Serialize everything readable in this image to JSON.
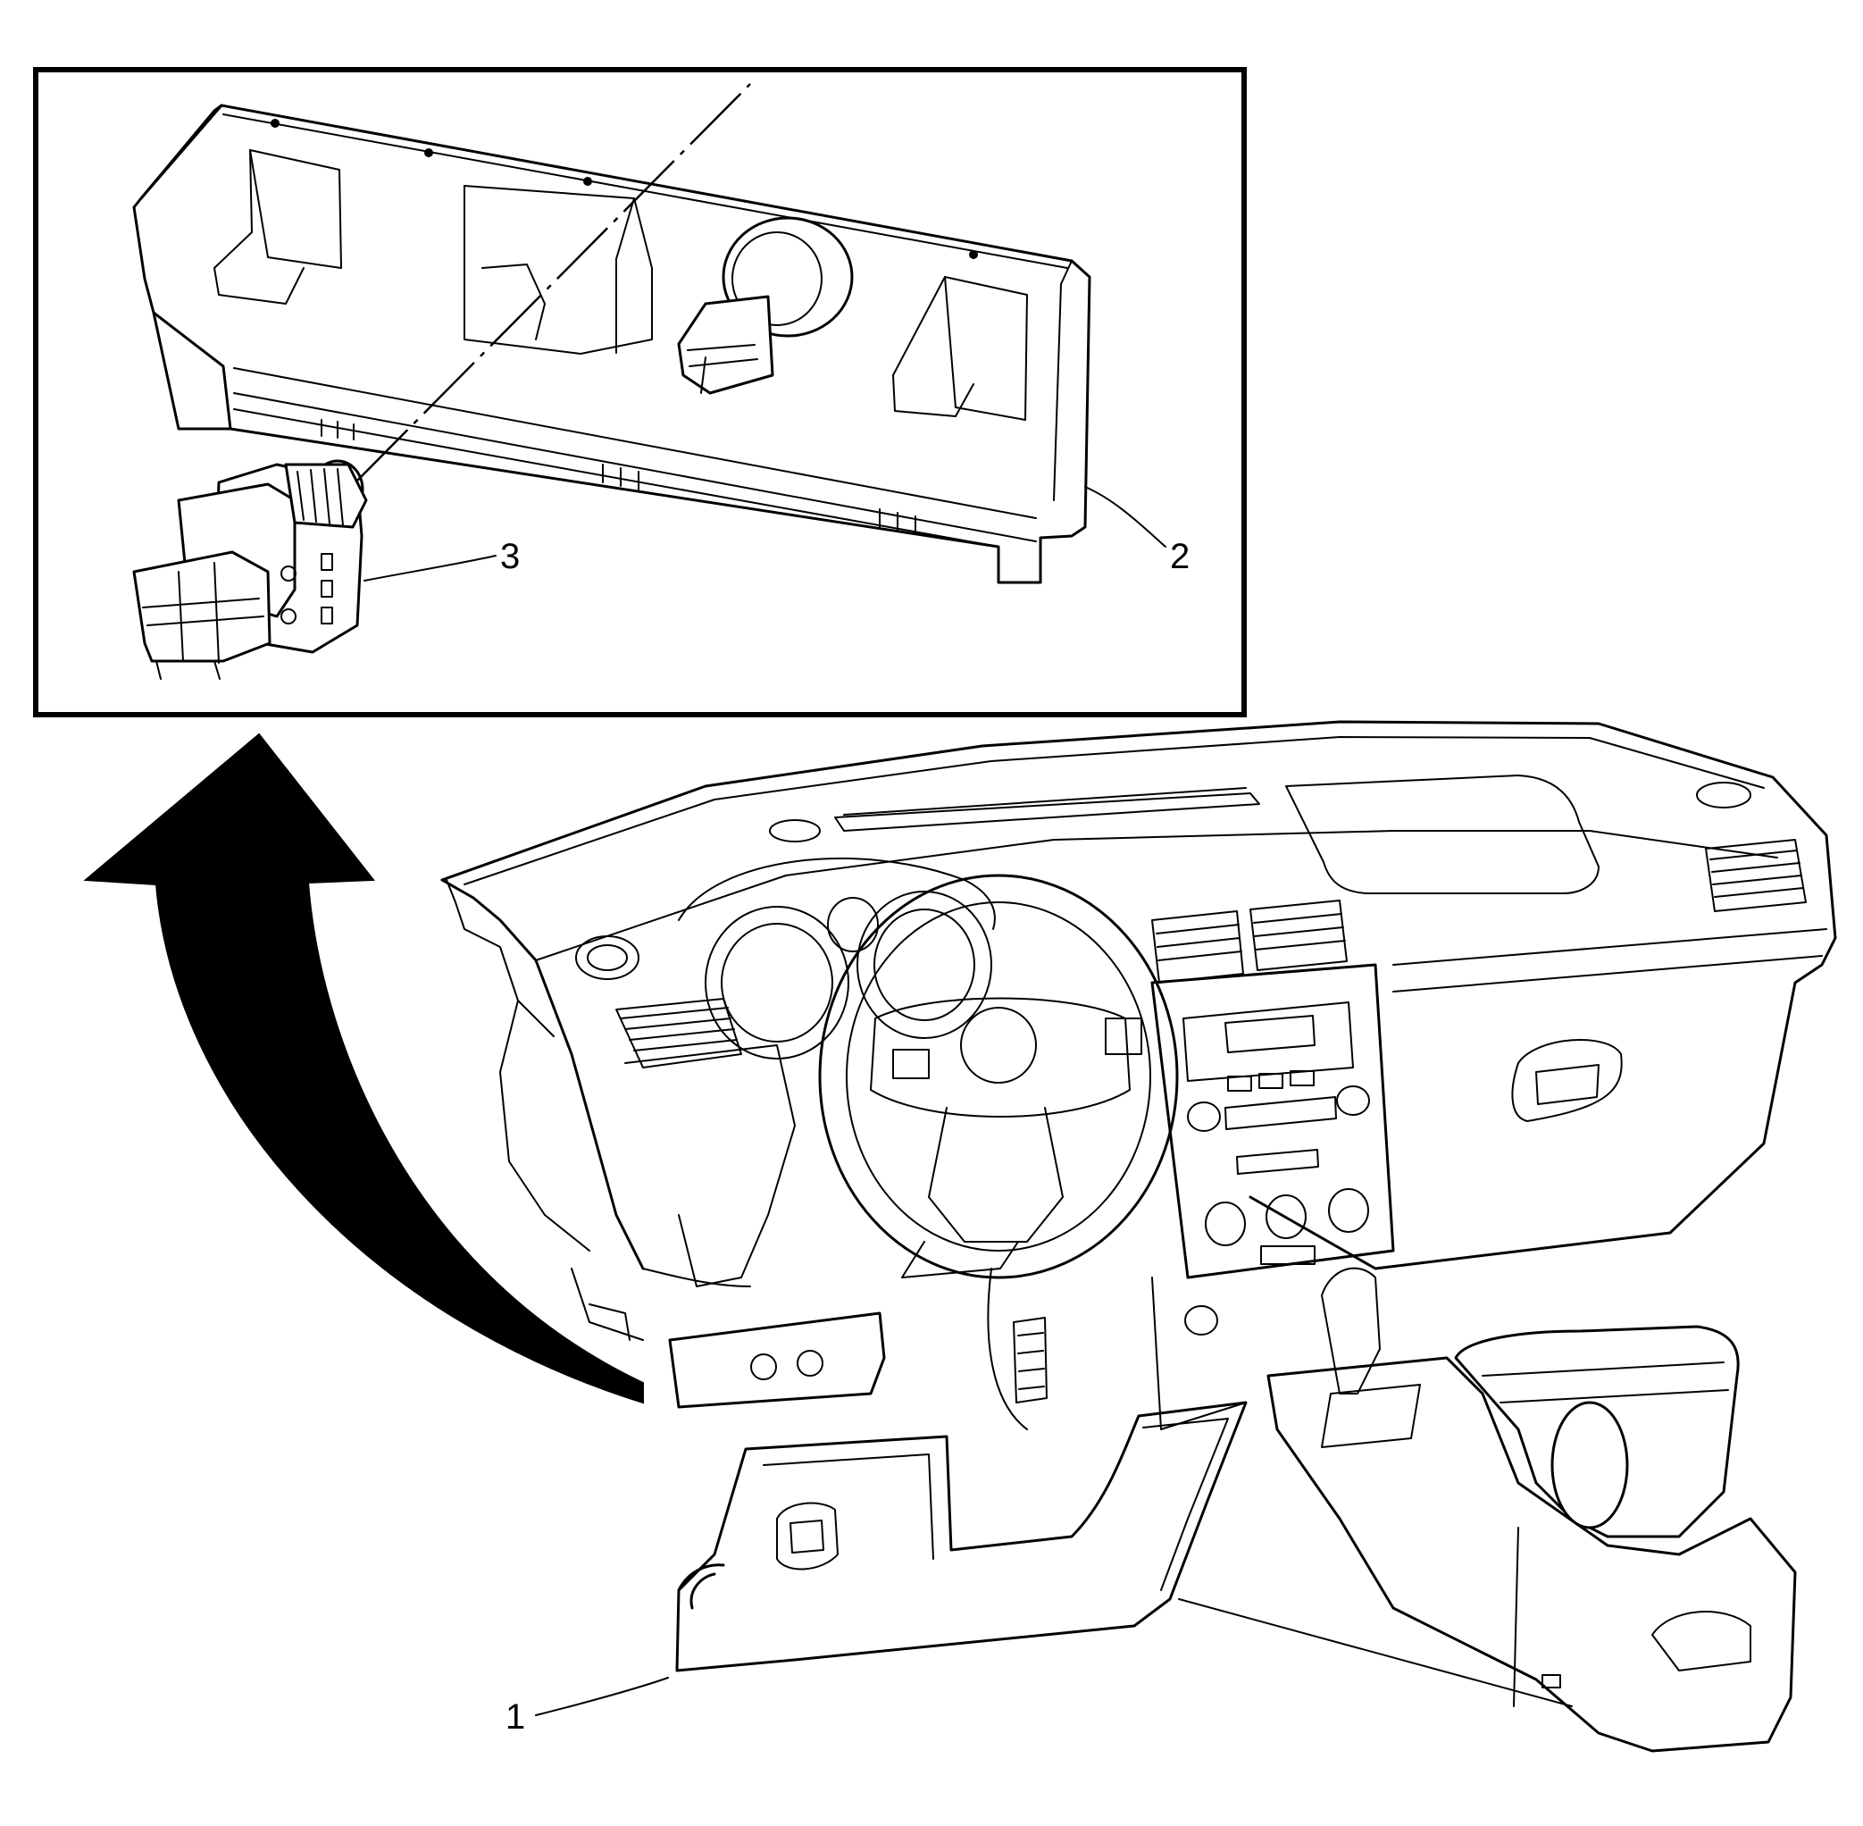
{
  "callouts": [
    {
      "id": "1",
      "label": "1"
    },
    {
      "id": "2",
      "label": "2"
    },
    {
      "id": "3",
      "label": "3"
    }
  ],
  "colors": {
    "ink": "#000000",
    "paper": "#ffffff"
  },
  "icons": {
    "arrow": "curved-arrow-icon"
  }
}
